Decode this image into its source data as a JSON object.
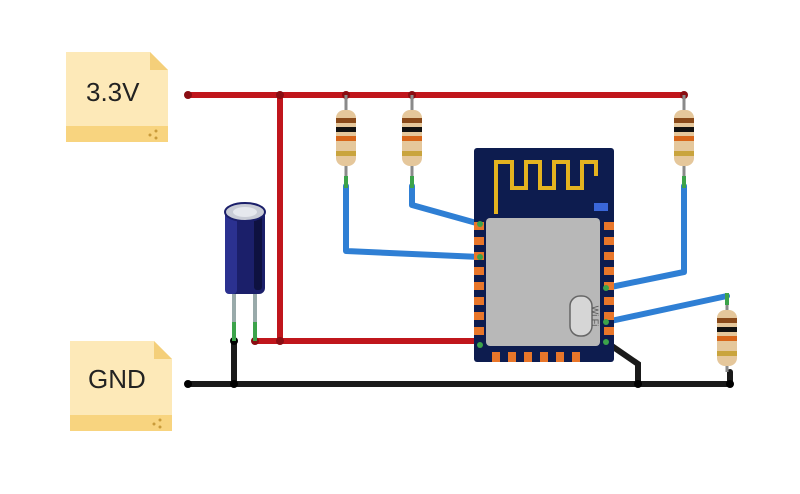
{
  "labels": {
    "power": "3.3V",
    "ground": "GND"
  },
  "module": {
    "antenna_text": "Wi Fi"
  },
  "colors": {
    "power_wire": "#c0161c",
    "ground_wire": "#1a1a1a",
    "signal_wire": "#2f7fd4",
    "module_board": "#0d1c4f",
    "module_shield": "#b8b8b8",
    "antenna_trace": "#e3b320",
    "pin_pad": "#e8762a",
    "label_tag": "#fde9b8"
  },
  "components": {
    "capacitor": "electrolytic-capacitor",
    "resistors": [
      "resistor-1",
      "resistor-2",
      "resistor-3",
      "resistor-4"
    ],
    "module": "esp-12-wifi-module"
  }
}
